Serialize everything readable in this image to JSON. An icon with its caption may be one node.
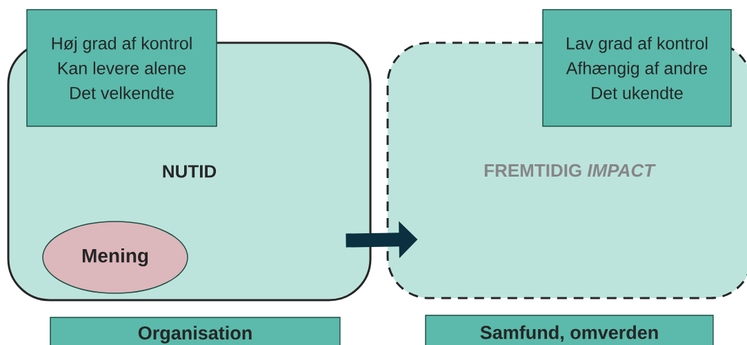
{
  "diagram": {
    "nodes": [
      {
        "text": [
          "NUTID"
        ]
      },
      {
        "text": [
          "Høj grad af kontrol",
          "Kan levere alene",
          "Det velkendte"
        ]
      },
      {
        "text": [
          "Mening"
        ],
        "in": 0
      },
      {
        "text": [
          "FREMTIDIG *IMPACT*"
        ]
      },
      {
        "text": [
          "Lav grad af kontrol",
          "Afhængig af andre",
          "Det ukendte"
        ]
      },
      {
        "text": [
          "Organisation"
        ]
      },
      {
        "text": [
          "Samfund, omverden"
        ]
      }
    ],
    "edges": [
      {
        "from": 0,
        "to": 3,
        "arrow": "to"
      }
    ]
  }
}
